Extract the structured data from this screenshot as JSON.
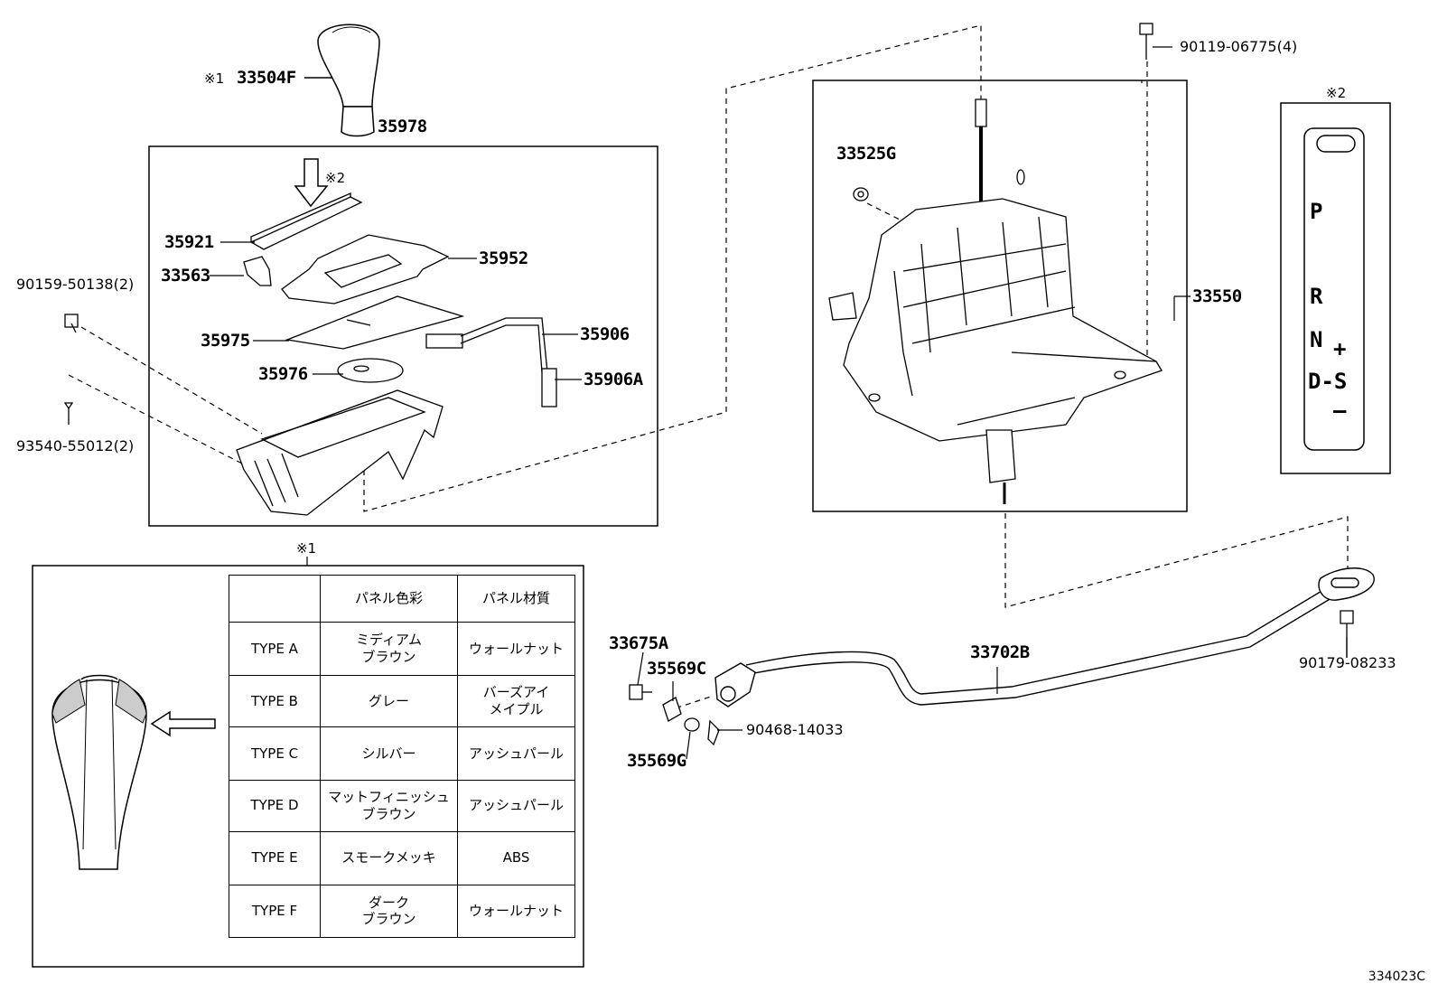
{
  "parts": {
    "knob": "33504F",
    "knob_prefix": "※1",
    "panel_assy": "35978",
    "cover": "35921",
    "arrow_note": "※2",
    "bracket": "33563",
    "indicator": "35952",
    "bolt_90159": "90159-50138(2)",
    "screw_93540": "93540-55012(2)",
    "slide_panel": "35975",
    "wire": "35906",
    "connector": "35906A",
    "plate": "35976",
    "bolt_90119": "90119-06775(4)",
    "washer": "33525G",
    "shift_lever_assy": "33550",
    "bushing_a": "33675A",
    "bushing_c": "35569C",
    "bushing_g": "35569G",
    "clip": "90468-14033",
    "rod": "33702B",
    "nut": "90179-08233"
  },
  "gate_panel": {
    "note": "※2",
    "positions": [
      "P",
      "R",
      "N",
      "D-S"
    ],
    "plus": "+",
    "minus": "–"
  },
  "knob_table": {
    "note": "※1",
    "headers": [
      "",
      "パネル色彩",
      "パネル材質"
    ],
    "rows": [
      [
        "TYPE A",
        "ミディアム\nブラウン",
        "ウォールナット"
      ],
      [
        "TYPE B",
        "グレー",
        "バーズアイ\nメイプル"
      ],
      [
        "TYPE C",
        "シルバー",
        "アッシュパール"
      ],
      [
        "TYPE D",
        "マットフィニッシュ\nブラウン",
        "アッシュパール"
      ],
      [
        "TYPE E",
        "スモークメッキ",
        "ABS"
      ],
      [
        "TYPE F",
        "ダーク\nブラウン",
        "ウォールナット"
      ]
    ]
  },
  "diagram_code": "334023C",
  "icons": [
    "shift-knob-icon",
    "shift-lever-assembly-icon",
    "control-rod-icon"
  ]
}
